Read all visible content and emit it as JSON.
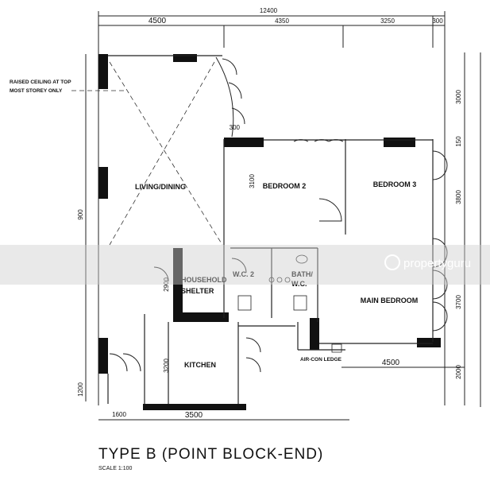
{
  "title": "TYPE B (POINT BLOCK-END)",
  "scale": "SCALE 1:100",
  "note": [
    "RAISED CEILING AT TOP",
    "MOST STOREY ONLY"
  ],
  "watermark": "propertyguru",
  "rooms": {
    "living": "LIVING/DINING",
    "bedroom2": "BEDROOM 2",
    "bedroom3": "BEDROOM 3",
    "main_bedroom": "MAIN BEDROOM",
    "household_shelter": [
      "HOUSEHOLD",
      "SHELTER"
    ],
    "kitchen": "KITCHEN",
    "wc2": [
      "W.C. 2"
    ],
    "bath_wc": [
      "BATH/",
      "W.C."
    ],
    "aircon": "AIR-CON LEDGE"
  },
  "dimensions": {
    "top_total": "12400",
    "top_left": "4500",
    "top_mid": "4350",
    "top_right": "3250",
    "top_far": "300",
    "left_total": "900",
    "left_bottom": "1200",
    "bottom_left": "1600",
    "bottom_mid": "3500",
    "bottom_right": "4500",
    "right_1": "3000",
    "right_2": "150",
    "right_3": "3800",
    "right_4": "3700",
    "right_5": "2000",
    "bed2_height": "3100",
    "hs_height": "2900",
    "kitchen_height": "3200",
    "bay": "300"
  }
}
